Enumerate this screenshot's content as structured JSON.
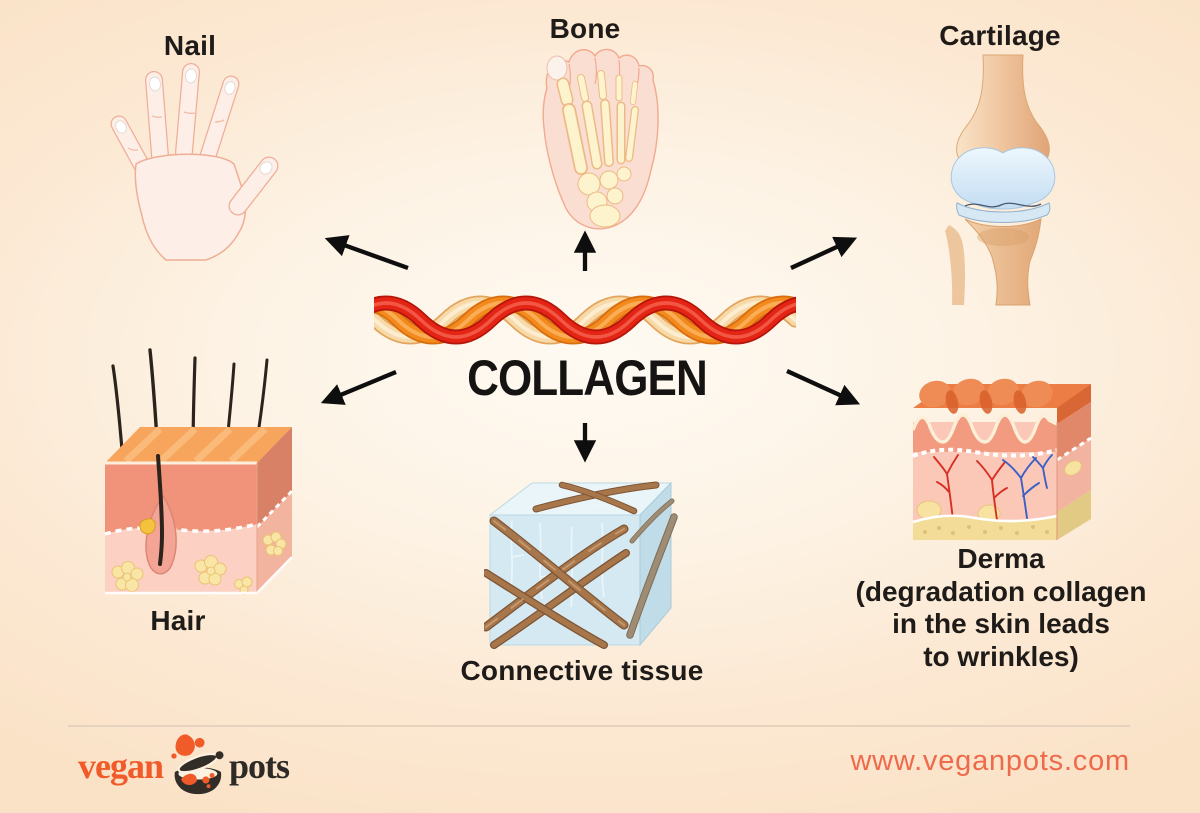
{
  "page": {
    "type": "infographic",
    "topic": "Collagen sources in the body"
  },
  "center": {
    "title": "COLLAGEN",
    "illustration": "collagen-fiber-braid"
  },
  "nodes": {
    "nail": {
      "label": "Nail",
      "illustration": "hand-with-nails"
    },
    "bone": {
      "label": "Bone",
      "illustration": "foot-bones"
    },
    "cartilage": {
      "label": "Cartilage",
      "illustration": "knee-joint-cartilage"
    },
    "hair": {
      "label": "Hair",
      "illustration": "skin-block-hair-follicle"
    },
    "connective_tissue": {
      "label": "Connective tissue",
      "illustration": "tissue-cube-collagen-fibers"
    },
    "derma": {
      "label": "Derma",
      "note_lines": [
        "(degradation collagen",
        "in the skin leads",
        "to wrinkles)"
      ],
      "illustration": "wrinkled-skin-block"
    }
  },
  "footer": {
    "brand": {
      "word1": "vegan",
      "word2": "pots",
      "icon": "cooking-pot-icon"
    },
    "website": "www.veganpots.com"
  },
  "colors": {
    "background_outer": "#fae2c6",
    "background_inner": "#fefaf2",
    "text": "#1e1b18",
    "arrow": "#0e0e0e",
    "braid_red": "#e42415",
    "braid_orange": "#f28a1e",
    "braid_cream": "#f8d9a8",
    "brand_orange": "#f15a29",
    "brand_dark": "#2e2a26",
    "website_orange": "#ef6a4b",
    "divider": "#e6d3bf"
  }
}
